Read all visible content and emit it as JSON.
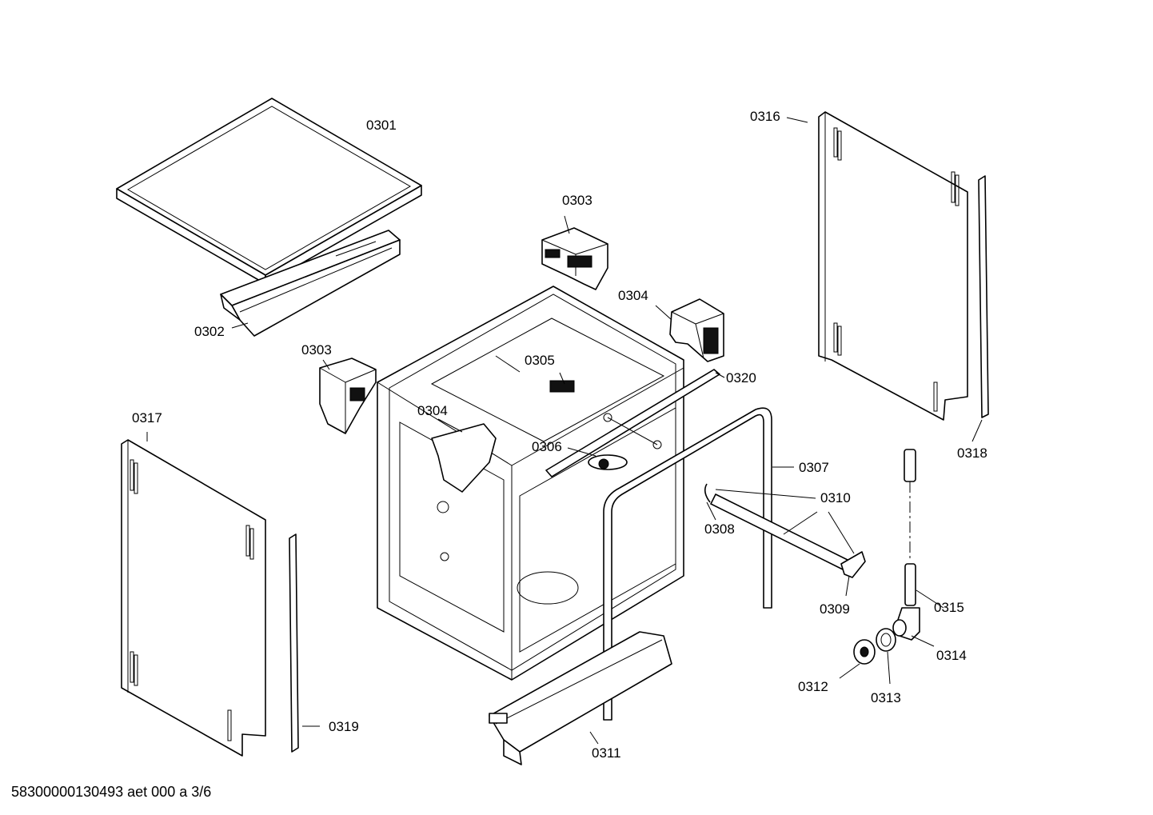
{
  "labels": {
    "p0301": "0301",
    "p0302": "0302",
    "p0303a": "0303",
    "p0303b": "0303",
    "p0304a": "0304",
    "p0304b": "0304",
    "p0305": "0305",
    "p0306": "0306",
    "p0307": "0307",
    "p0308": "0308",
    "p0309": "0309",
    "p0310": "0310",
    "p0311": "0311",
    "p0312": "0312",
    "p0313": "0313",
    "p0314": "0314",
    "p0315": "0315",
    "p0316": "0316",
    "p0317": "0317",
    "p0318": "0318",
    "p0319": "0319",
    "p0320": "0320"
  },
  "footer": "58300000130493 aet 000 a 3/6"
}
